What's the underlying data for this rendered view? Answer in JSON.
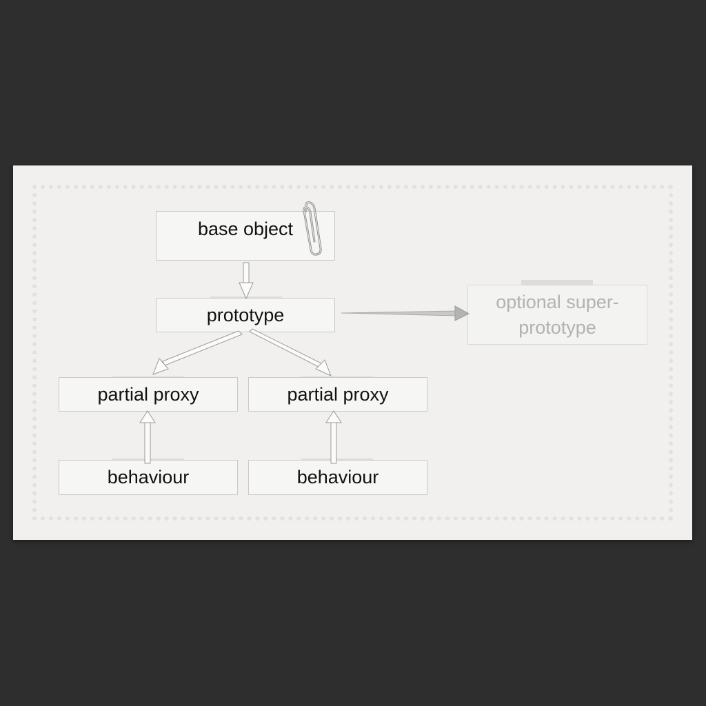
{
  "diagram": {
    "nodes": {
      "base_object": "base object",
      "prototype": "prototype",
      "super_prototype": "optional super-prototype",
      "proxy_left": "partial proxy",
      "proxy_right": "partial proxy",
      "behaviour_left": "behaviour",
      "behaviour_right": "behaviour"
    },
    "edges": [
      {
        "from": "base object",
        "to": "prototype"
      },
      {
        "from": "prototype",
        "to": "optional super-prototype"
      },
      {
        "from": "prototype",
        "to": "partial proxy (left)"
      },
      {
        "from": "prototype",
        "to": "partial proxy (right)"
      },
      {
        "from": "behaviour (left)",
        "to": "partial proxy (left)"
      },
      {
        "from": "behaviour (right)",
        "to": "partial proxy (right)"
      }
    ],
    "colors": {
      "background": "#2e2e2e",
      "paper": "#f1f0ee",
      "node_text": "#111111",
      "faded_text": "#b2b2b0"
    },
    "icons": [
      "paperclip-icon"
    ]
  }
}
